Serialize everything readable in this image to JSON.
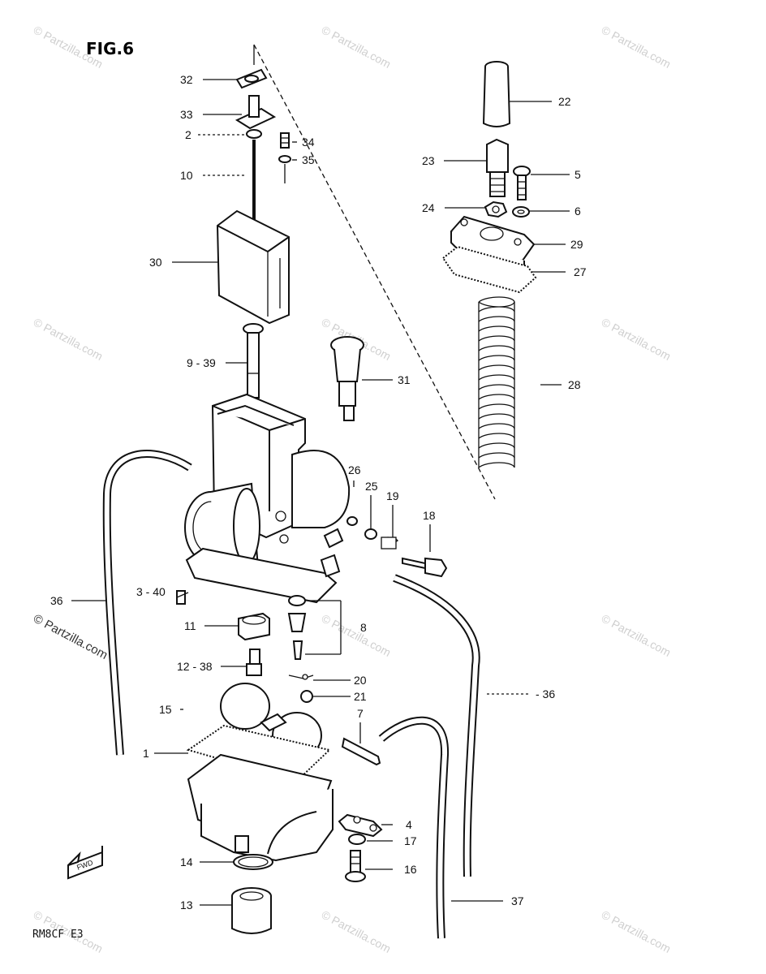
{
  "figure": {
    "title": "FIG.6",
    "footer_code": "RM8CF E3",
    "fwd_label": "FWD"
  },
  "watermark": {
    "text": "© Partzilla.com",
    "main_text": "© Partzilla.com"
  },
  "callouts": [
    {
      "id": "32",
      "label": "32"
    },
    {
      "id": "33",
      "label": "33"
    },
    {
      "id": "2",
      "label": "2"
    },
    {
      "id": "34",
      "label": "34"
    },
    {
      "id": "35",
      "label": "35"
    },
    {
      "id": "10",
      "label": "10"
    },
    {
      "id": "30",
      "label": "30"
    },
    {
      "id": "9-39",
      "label": "9 - 39"
    },
    {
      "id": "31",
      "label": "31"
    },
    {
      "id": "22",
      "label": "22"
    },
    {
      "id": "23",
      "label": "23"
    },
    {
      "id": "5",
      "label": "5"
    },
    {
      "id": "24",
      "label": "24"
    },
    {
      "id": "6",
      "label": "6"
    },
    {
      "id": "29",
      "label": "29"
    },
    {
      "id": "27",
      "label": "27"
    },
    {
      "id": "28",
      "label": "28"
    },
    {
      "id": "26",
      "label": "26"
    },
    {
      "id": "25",
      "label": "25"
    },
    {
      "id": "19",
      "label": "19"
    },
    {
      "id": "18",
      "label": "18"
    },
    {
      "id": "36a",
      "label": "36"
    },
    {
      "id": "3-40",
      "label": "3 - 40"
    },
    {
      "id": "11",
      "label": "11"
    },
    {
      "id": "8",
      "label": "8"
    },
    {
      "id": "12-38",
      "label": "12 - 38"
    },
    {
      "id": "20",
      "label": "20"
    },
    {
      "id": "21",
      "label": "21"
    },
    {
      "id": "36b",
      "label": "- 36"
    },
    {
      "id": "15",
      "label": "15"
    },
    {
      "id": "7",
      "label": "7"
    },
    {
      "id": "1",
      "label": "1"
    },
    {
      "id": "4",
      "label": "4"
    },
    {
      "id": "17",
      "label": "17"
    },
    {
      "id": "16",
      "label": "16"
    },
    {
      "id": "14",
      "label": "14"
    },
    {
      "id": "13",
      "label": "13"
    },
    {
      "id": "37",
      "label": "37"
    }
  ]
}
